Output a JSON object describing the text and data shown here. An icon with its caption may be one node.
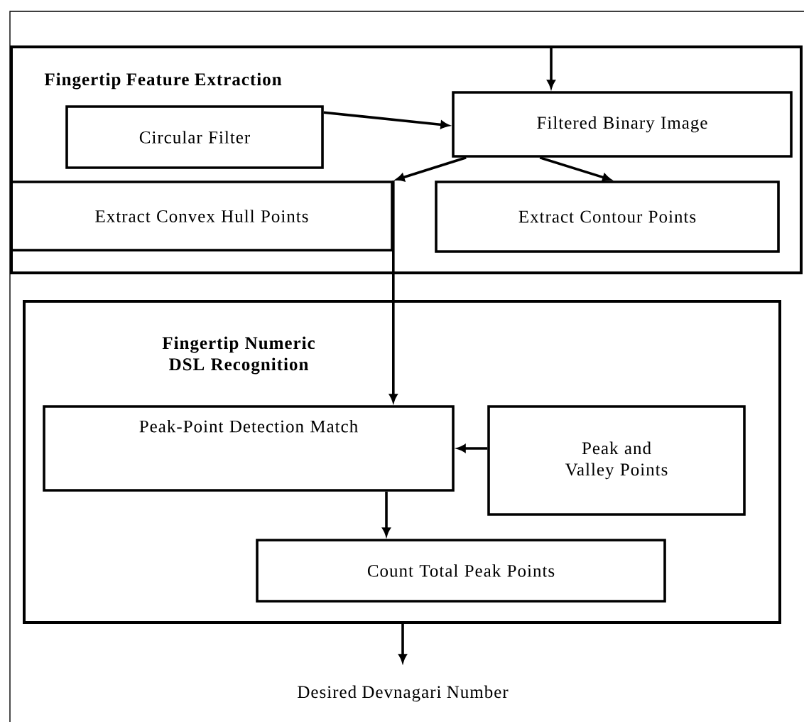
{
  "diagram": {
    "nodes": [
      {
        "text": [
          "Fingertip Feature Extraction"
        ]
      },
      {
        "text": [
          "Circular Filter"
        ],
        "in": 0
      },
      {
        "text": [
          "Filtered Binary Image"
        ],
        "in": 0
      },
      {
        "text": [
          "Extract Convex Hull Points"
        ],
        "in": 0
      },
      {
        "text": [
          "Extract Contour Points"
        ],
        "in": 0
      },
      {
        "text": [
          "Fingertip Numeric DSL Recognition"
        ]
      },
      {
        "text": [
          "Peak-Point Detection Match"
        ],
        "in": 5
      },
      {
        "text": [
          "Peak and Valley Points"
        ],
        "in": 5
      },
      {
        "text": [
          "Count Total Peak Points"
        ],
        "in": 5
      },
      {
        "text": [
          "Desired Devnagari Number"
        ]
      }
    ],
    "edges": [
      {
        "from": null,
        "to": 2,
        "arrow": "to"
      },
      {
        "from": 1,
        "to": 2,
        "arrow": "to"
      },
      {
        "from": 2,
        "to": 3,
        "arrow": "to"
      },
      {
        "from": 2,
        "to": 4,
        "arrow": "to"
      },
      {
        "from": 3,
        "to": 6,
        "arrow": "to"
      },
      {
        "from": 7,
        "to": 6,
        "arrow": "to"
      },
      {
        "from": 6,
        "to": 8,
        "arrow": "to"
      },
      {
        "from": 5,
        "to": 9,
        "arrow": "to"
      }
    ]
  }
}
